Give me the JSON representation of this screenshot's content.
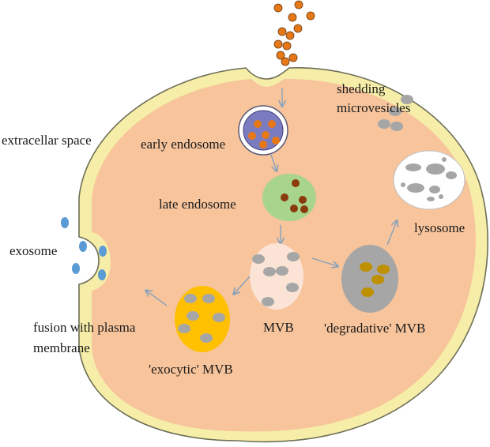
{
  "labels": {
    "extracellular_space": "extracellar space",
    "early_endosome": "early endosome",
    "late_endosome": "late endosome",
    "exosome": "exosome",
    "fusion_line1": "fusion with plasma",
    "fusion_line2": "membrane",
    "mvb": "MVB",
    "exocytic_mvb": "'exocytic' MVB",
    "degradative_mvb": "'degradative' MVB",
    "lysosome": "lysosome",
    "shedding_line1": "shedding",
    "shedding_line2": "microvesicles"
  },
  "colors": {
    "membrane_outer": "#f6eea8",
    "membrane_stroke": "#6e6e58",
    "cytoplasm": "#f7c49c",
    "cargo_orange": "#e67817",
    "early_endosome": "#7b7bbf",
    "late_endosome": "#a8d48c",
    "cargo_brown": "#8b3a0e",
    "mvb": "#fbe3d6",
    "intraluminal_vesicle": "#a6a6a6",
    "exocytic_mvb": "#ffc000",
    "degradative_mvb": "#a6a6a6",
    "degradative_cargo": "#bf9000",
    "lysosome": "#ffffff",
    "exosome": "#5b9bd5",
    "arrow": "#7f9fbf"
  }
}
